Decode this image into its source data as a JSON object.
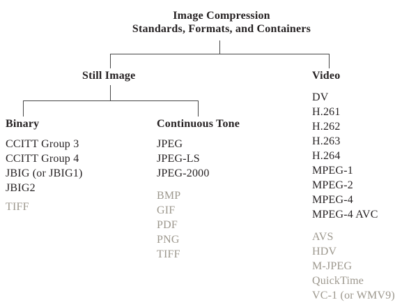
{
  "title": {
    "line1": "Image Compression",
    "line2": "Standards, Formats, and Containers"
  },
  "branches": {
    "still_image": {
      "label": "Still Image"
    },
    "video": {
      "label": "Video"
    }
  },
  "columns": {
    "binary": {
      "heading": "Binary",
      "standards": [
        "CCITT Group 3",
        "CCITT Group 4",
        "JBIG (or JBIG1)",
        "JBIG2"
      ],
      "formats": [
        "TIFF"
      ]
    },
    "continuous_tone": {
      "heading": "Continuous Tone",
      "standards": [
        "JPEG",
        "JPEG-LS",
        "JPEG-2000"
      ],
      "formats": [
        "BMP",
        "GIF",
        "PDF",
        "PNG",
        "TIFF"
      ]
    },
    "video": {
      "heading": "Video",
      "standards": [
        "DV",
        "H.261",
        "H.262",
        "H.263",
        "H.264",
        "MPEG-1",
        "MPEG-2",
        "MPEG-4",
        "MPEG-4 AVC"
      ],
      "formats": [
        "AVS",
        "HDV",
        "M-JPEG",
        "QuickTime",
        "VC-1 (or WMV9)"
      ]
    }
  },
  "colors": {
    "text": "#231f20",
    "muted_text": "#9c978d",
    "connector_line": "#454545",
    "background": "#ffffff"
  }
}
